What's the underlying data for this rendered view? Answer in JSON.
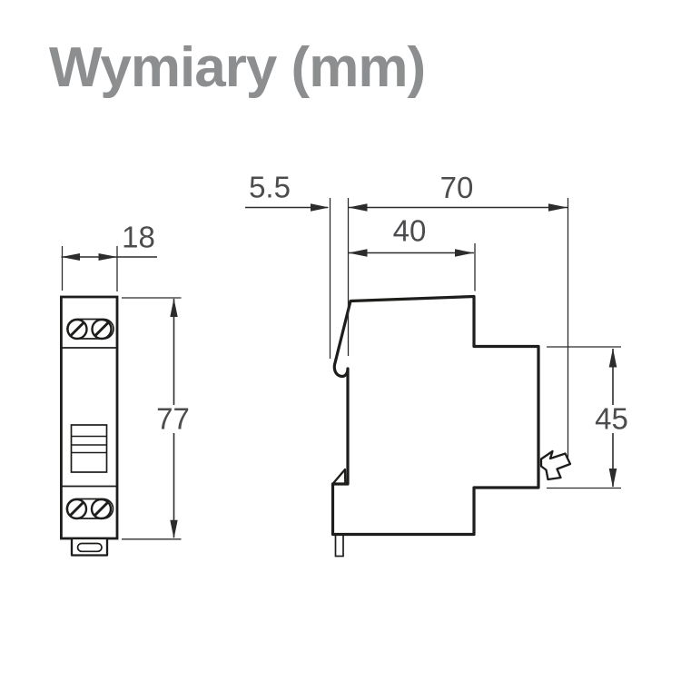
{
  "title": "Wymiary (mm)",
  "front_view": {
    "width_label": "18",
    "height_label": "77"
  },
  "side_view": {
    "din_offset_label": "5.5",
    "depth_label": "70",
    "upper_depth_label": "40",
    "rail_section_height_label": "45"
  },
  "colors": {
    "title_gray": "#8c8e90",
    "outline_black": "#1d1d1b",
    "dimension_line": "#2c2c2c",
    "dimension_text": "#4b4c4e",
    "background": "#ffffff"
  }
}
